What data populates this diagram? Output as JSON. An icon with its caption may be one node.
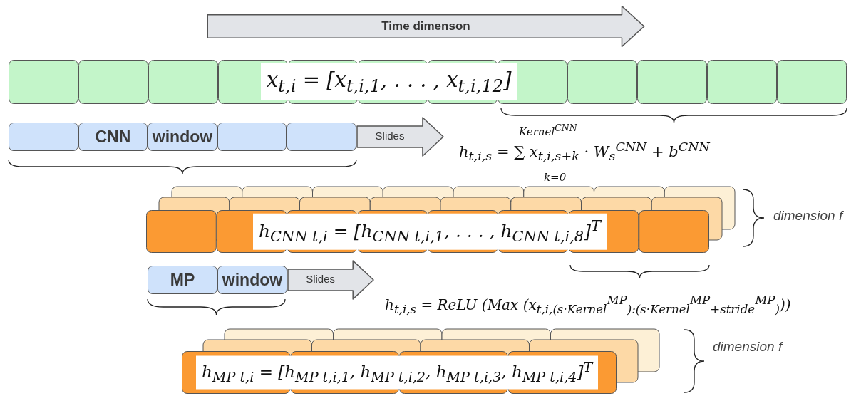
{
  "diagram": {
    "nodes": [
      {
        "text": [
          "Time dimenson"
        ]
      },
      {
        "text": [
          "x$_{t,i}$ = [x$_{t,i,1}$, . . . , x$_{t,i,12}$]"
        ]
      },
      {
        "text": [],
        "shape": "box"
      },
      {
        "text": [
          "CNN"
        ]
      },
      {
        "text": [
          "window"
        ]
      },
      {
        "text": [],
        "shape": "box"
      },
      {
        "text": [],
        "shape": "box"
      },
      {
        "text": [
          "h$_{CNN t,i}$ = [h$_{CNN t,i,1}$, . . . , h$_{CNN t,i,8}$]$^{T}$"
        ]
      },
      {
        "text": [
          "MP"
        ]
      },
      {
        "text": [
          "window"
        ]
      },
      {
        "text": [
          "h$_{MP t,i}$ = [h$_{MP t,i,1}$, h$_{MP t,i,2}$, h$_{MP t,i,3}$, h$_{MP t,i,4}$]$^{T}$"
        ]
      }
    ],
    "edges": [
      {
        "from": 6,
        "to": null,
        "arrow": "to",
        "label": "Slides"
      },
      {
        "from": 9,
        "to": null,
        "arrow": "to",
        "label": "Slides"
      }
    ],
    "labels": [
      "Kernel$^{CNN}$",
      "h$_{t,i,s}$ =  ∑  x$_{t,i,s+k}$ · W$_{s}$$^{CNN}$ + b$^{CNN}$",
      "k=0",
      "dimension f",
      "h$_{t,i,s}$ = ReLU (Max (x$_{t,i,(s·Kernel}$$^{MP}$$_{):(s·Kernel}$$^{MP}$$_{+stride}$$^{MP}$$_{)}$))",
      "dimension f"
    ]
  }
}
